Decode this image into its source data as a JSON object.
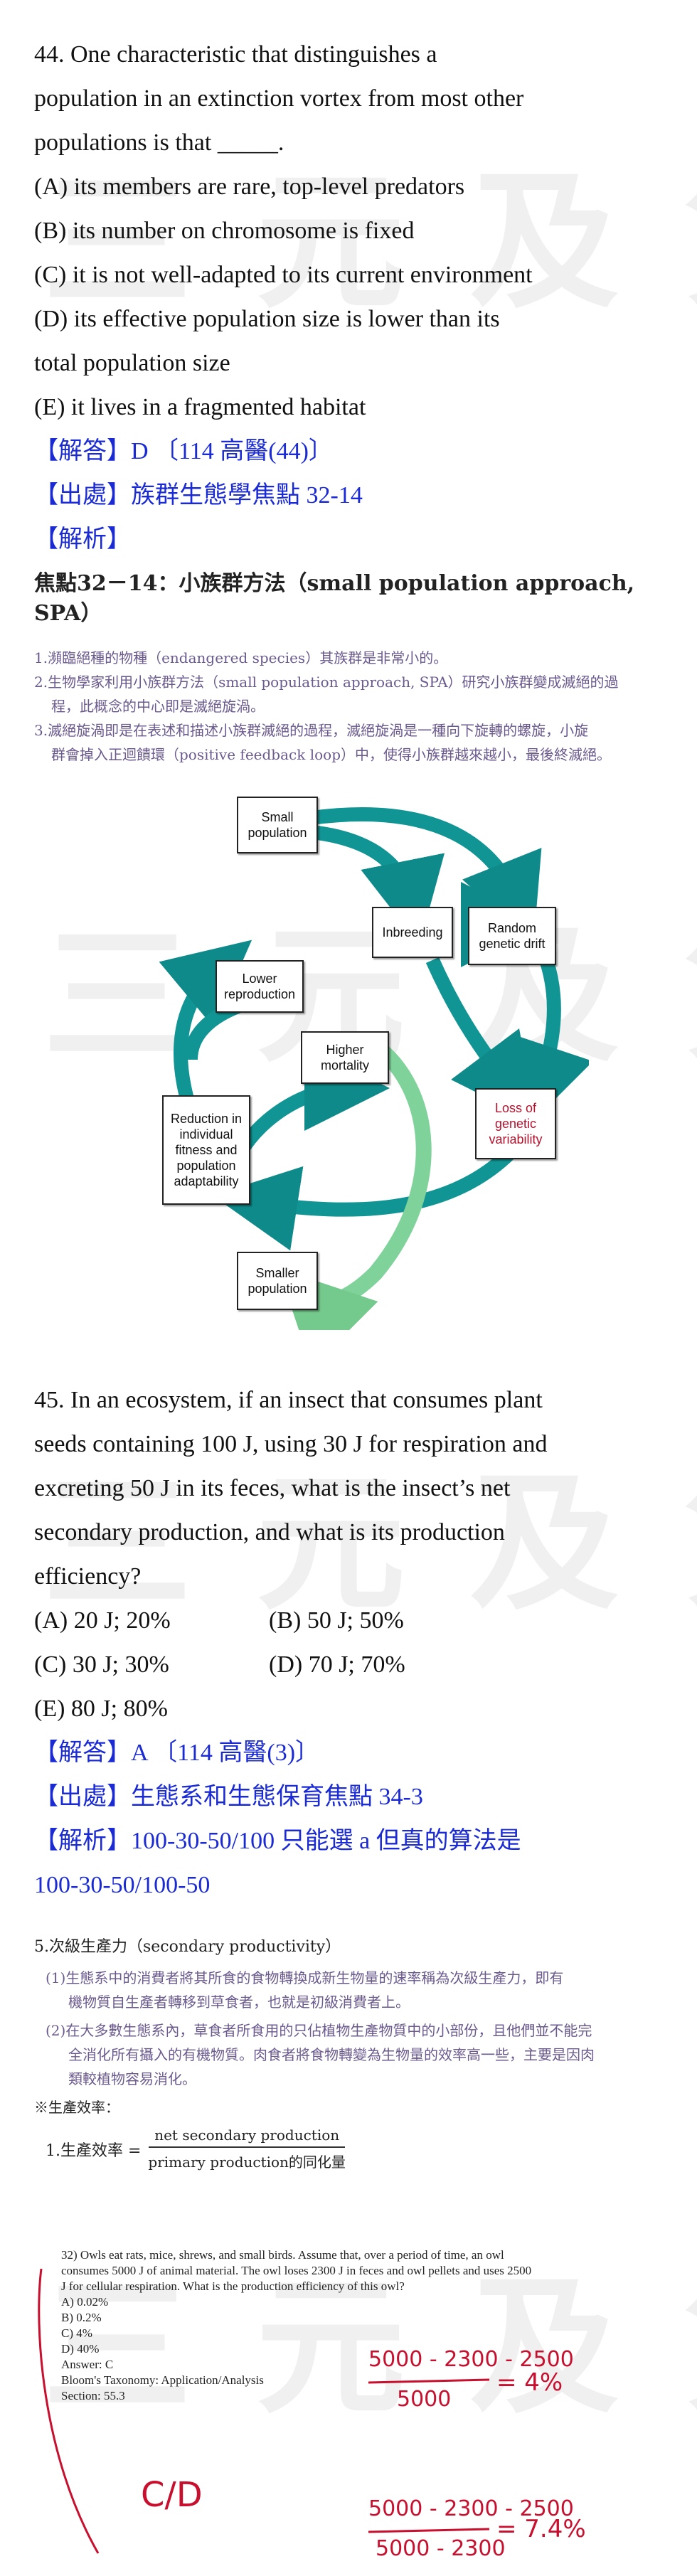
{
  "watermark": {
    "text": "三元及第"
  },
  "q44": {
    "stem": [
      "44. One characteristic that distinguishes a",
      "population in an extinction vortex from most other",
      "populations is that _____."
    ],
    "options": [
      "(A) its members are rare, top-level predators",
      "(B) its number on chromosome is fixed",
      "(C) it is not well-adapted to its current environment",
      "(D) its effective population size is lower than its",
      "total population size",
      "(E) it lives in a fragmented habitat"
    ],
    "answer": "【解答】D 〔114 高醫(44)〕",
    "source": "【出處】族群生態學焦點 32-14",
    "analysis": "【解析】"
  },
  "fig1": {
    "title": "焦點32－14：小族群方法（small population approach, SPA）",
    "notes": [
      "1.瀕臨絕種的物種（endangered species）其族群是非常小的。",
      "2.生物學家利用小族群方法（small population approach, SPA）研究小族群變成滅絕的過",
      "程，此概念的中心即是滅絕旋渦。",
      "3.滅絕旋渦即是在表述和描述小族群滅絕的過程，滅絕旋渦是一種向下旋轉的螺旋，小旋",
      "群會掉入正迴饋環（positive feedback loop）中，使得小族群越來越小，最後終滅絕。"
    ],
    "nodes": {
      "small_pop": "Small population",
      "inbreeding": "Inbreeding",
      "drift": "Random genetic drift",
      "lower_repro": "Lower reproduction",
      "higher_mort": "Higher mortality",
      "loss_var": "Loss of genetic variability",
      "reduction": "Reduction in individual fitness and population adaptability",
      "smaller_pop": "Smaller population"
    }
  },
  "q45": {
    "stem": [
      "45. In an ecosystem, if an insect that consumes plant",
      "seeds containing 100 J, using 30 J for respiration and",
      "excreting 50 J in its feces, what is the insect’s net",
      "secondary production, and what is its production",
      "efficiency?"
    ],
    "options": [
      [
        "(A) 20 J; 20%",
        "(B) 50 J; 50%"
      ],
      [
        "(C) 30 J; 30%",
        "(D) 70 J; 70%"
      ],
      [
        "(E) 80 J; 80%"
      ]
    ],
    "answer": "【解答】A 〔114 高醫(3)〕",
    "source": "【出處】生態系和生態保育焦點 34-3",
    "analysis": [
      "【解析】100-30-50/100 只能選 a 但真的算法是",
      "100-30-50/100-50"
    ]
  },
  "fig2": {
    "heading": "5.次級生產力（secondary productivity）",
    "items": [
      "(1)生態系中的消費者將其所食的食物轉換成新生物量的速率稱為次級生產力，即有",
      "機物質自生產者轉移到草食者，也就是初級消費者上。",
      "(2)在大多數生態系內，草食者所食用的只佔植物生產物質中的小部份，且他們並不能完",
      "全消化所有攝入的有機物質。肉食者將食物轉變為生物量的效率高一些，主要是因肉",
      "類較植物容易消化。"
    ],
    "label": "※生產效率：",
    "formula_prefix": "1.生產效率 =",
    "numerator": "net secondary production",
    "denominator": "primary production的同化量"
  },
  "fig3": {
    "problem": [
      "32) Owls eat rats, mice, shrews, and small birds. Assume that, over a period of time, an owl",
      "consumes 5000 J of animal material. The owl loses 2300 J in feces and owl pellets and uses 2500",
      "J for cellular respiration. What is the production efficiency of this owl?"
    ],
    "choices": [
      "A) 0.02%",
      "B) 0.2%",
      "C) 4%",
      "D) 40%"
    ],
    "answer": "Answer: C",
    "taxonomy": "Bloom's Taxonomy: Application/Analysis",
    "section": "Section: 55.3",
    "hand_cd": "C/D",
    "hand_num1": "5000 - 2300 - 2500",
    "hand_den1": "5000",
    "hand_res1": "= 4%",
    "hand_num2": "5000 - 2300 - 2500",
    "hand_den2": "5000 - 2300",
    "hand_res2": "= 7.4%"
  }
}
